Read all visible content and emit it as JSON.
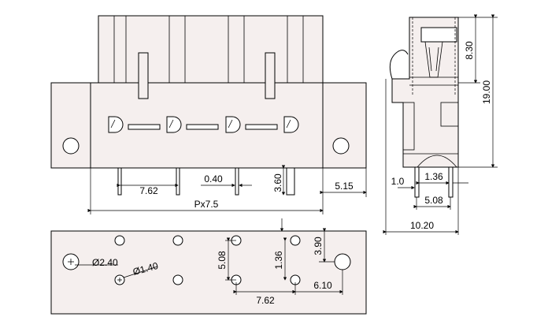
{
  "front_view": {
    "pitch_label": "7.62",
    "pin_width_label": "0.40",
    "pin_height_label": "3.60",
    "offset_label": "5.15",
    "total_label": "Px7.5"
  },
  "side_view": {
    "top_label": "8.30",
    "height_label": "19.00",
    "pin_thick_label": "1.0",
    "pin_gap_label": "1.36",
    "pin_pitch_label": "5.08",
    "depth_label": "10.20"
  },
  "pcb_layout": {
    "large_hole_label": "Ø2.40",
    "small_hole_label": "Ø1.40",
    "row_spacing_label": "5.08",
    "row_offset_label": "1.36",
    "edge_offset_label": "3.90",
    "pitch_label": "7.62",
    "edge_label": "6.10"
  },
  "colors": {
    "body_fill": "#f5efee",
    "line": "#000000"
  }
}
